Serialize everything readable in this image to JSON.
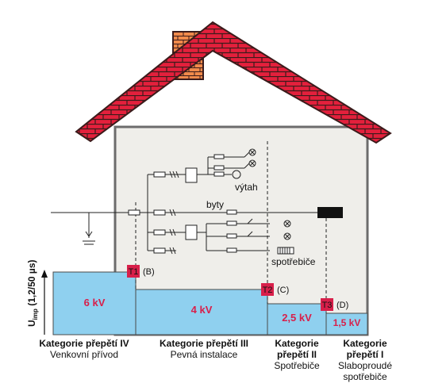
{
  "axis_label": "U",
  "axis_sub": "imp",
  "axis_suffix": " (1,2/50 µs)",
  "zones": [
    {
      "voltage": "6 kV",
      "tag": "T1",
      "tag_suffix": "(B)",
      "title": "Kategorie přepětí IV",
      "subtitle": "Venkovní přívod",
      "subtitle2": ""
    },
    {
      "voltage": "4 kV",
      "tag": "",
      "tag_suffix": "",
      "title": "Kategorie přepětí III",
      "subtitle": "Pevná instalace",
      "subtitle2": ""
    },
    {
      "voltage": "2,5 kV",
      "tag": "T2",
      "tag_suffix": "(C)",
      "title": "Kategorie přepětí II",
      "subtitle": "Spotřebiče",
      "subtitle2": ""
    },
    {
      "voltage": "1,5 kV",
      "tag": "T3",
      "tag_suffix": "(D)",
      "title": "Kategorie přepětí I",
      "subtitle": "Slaboproudé",
      "subtitle2": "spotřebiče"
    }
  ],
  "labels": {
    "elevator": "výtah",
    "flats": "byty",
    "appliances": "spotřebiče"
  },
  "colors": {
    "roof": "#e3203c",
    "brick_line": "#3b1b1b",
    "chimney": "#f08a4b",
    "wall": "#efeeea",
    "zone": "#8fd0ef",
    "tag": "#d81f4a",
    "voltage": "#d81f4a"
  }
}
